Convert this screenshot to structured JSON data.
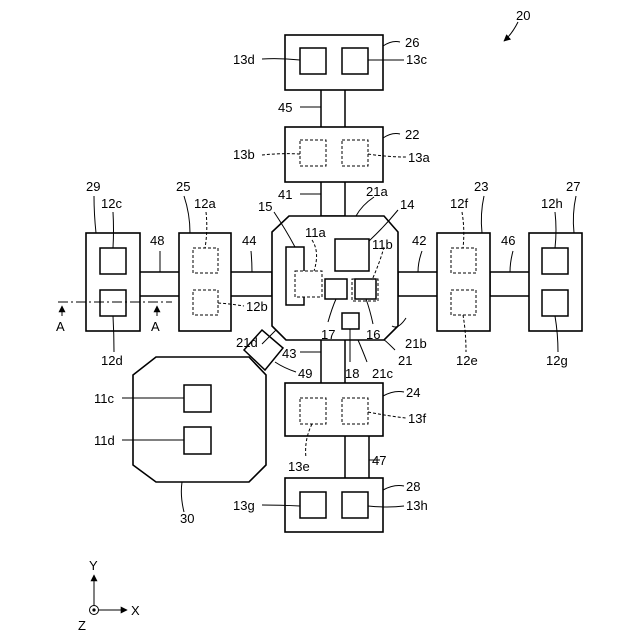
{
  "labels": {
    "figure": "20",
    "chip_22": "22",
    "chip_13b": "13b",
    "chip_13a": "13a",
    "chip_26": "26",
    "chip_13d": "13d",
    "chip_13c": "13c",
    "conn_45": "45",
    "conn_41": "41",
    "center_21a": "21a",
    "center_14": "14",
    "center_15": "15",
    "center_11a": "11a",
    "center_11b": "11b",
    "center_17": "17",
    "center_16": "16",
    "center_21": "21",
    "center_21b": "21b",
    "center_21c": "21c",
    "center_21d": "21d",
    "conn_42": "42",
    "conn_46": "46",
    "conn_44": "44",
    "conn_48": "48",
    "conn_43": "43",
    "conn_18": "18",
    "conn_49": "49",
    "conn_47": "47",
    "chip_23": "23",
    "chip_12f": "12f",
    "chip_12e": "12e",
    "chip_27": "27",
    "chip_12h": "12h",
    "chip_12g": "12g",
    "chip_25": "25",
    "chip_12a": "12a",
    "chip_12b": "12b",
    "chip_29": "29",
    "chip_12c": "12c",
    "chip_12d": "12d",
    "section_a_left": "A",
    "section_a_right": "A",
    "chip_24": "24",
    "chip_13f": "13f",
    "chip_13e": "13e",
    "chip_28": "28",
    "chip_13g": "13g",
    "chip_13h": "13h",
    "chip_30": "30",
    "chip_11c": "11c",
    "chip_11d": "11d",
    "axis_y": "Y",
    "axis_x": "X",
    "axis_z": "Z"
  }
}
